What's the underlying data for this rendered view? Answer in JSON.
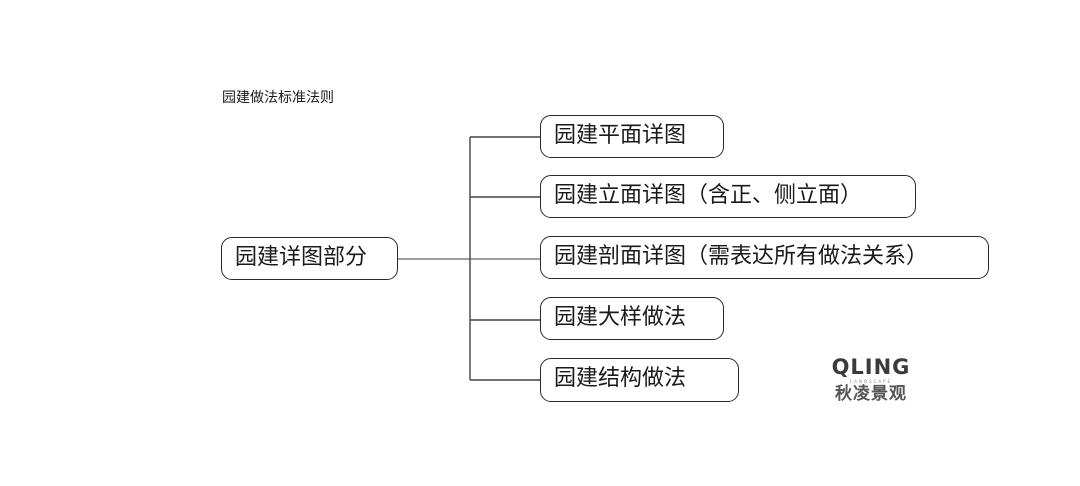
{
  "page_title": "园建做法标准法则",
  "diagram": {
    "root": {
      "label": "园建详图部分"
    },
    "children": [
      {
        "label": "园建平面详图"
      },
      {
        "label": "园建立面详图（含正、侧立面）"
      },
      {
        "label": "园建剖面详图（需表达所有做法关系）"
      },
      {
        "label": "园建大样做法"
      },
      {
        "label": "园建结构做法"
      }
    ]
  },
  "logo": {
    "name": "QLING",
    "sub": "LANDSCAPE",
    "cn": "秋凌景观"
  },
  "colors": {
    "stroke": "#2a2a2a",
    "connector": "#555555",
    "logo": "#3a3a3a"
  }
}
